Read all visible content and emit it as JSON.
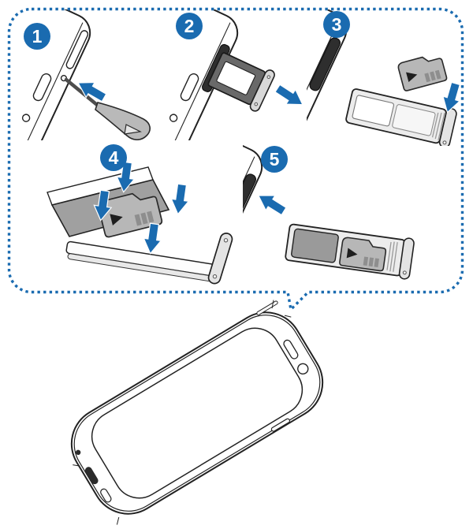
{
  "figure": {
    "title_icon": "sim-tray-installation-diagram",
    "steps": [
      {
        "number": "1",
        "icon": "ejection-pin-icon"
      },
      {
        "number": "2",
        "icon": "tray-pull-out-icon"
      },
      {
        "number": "3",
        "icon": "memory-card-place-icon"
      },
      {
        "number": "4",
        "icon": "card-press-icon"
      },
      {
        "number": "5",
        "icon": "tray-insert-icon"
      }
    ]
  },
  "colors": {
    "accent": "#1a6bb0",
    "slot_dark": "#2e2e2e",
    "tray_frame": "#696969",
    "pin_gray": "#b9b9b9",
    "card_gray": "#b7b7b7",
    "card_stripe": "#8e8e8e",
    "mark_dark": "#1e1e1e",
    "sim_gray": "#9a9a9a",
    "tray_light": "#ececec",
    "cap_gray": "#e4e4e4",
    "plate_gray": "#a0a0a0",
    "outline": "#222222"
  }
}
